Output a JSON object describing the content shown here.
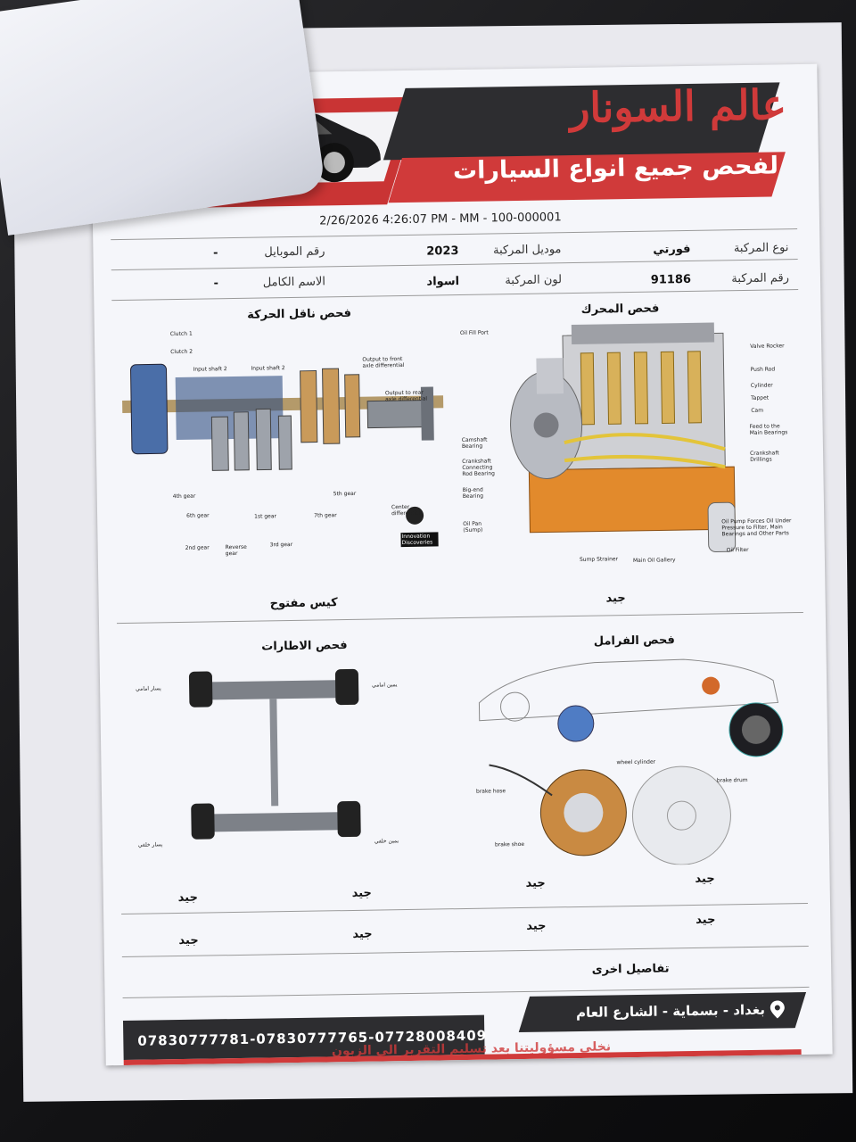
{
  "header": {
    "brand_title": "عالم السونار",
    "brand_subtitle": "لفحص جميع انواع السيارات",
    "timestamp": "2/26/2026 4:26:07 PM - MM - 100-000001"
  },
  "vehicle_info": {
    "type_label": "نوع المركبة",
    "type_value": "فورتي",
    "model_label": "موديل المركبة",
    "model_value": "2023",
    "mobile_label": "رقم الموبايل",
    "mobile_value": "-",
    "plate_label": "رقم المركبة",
    "plate_value": "91186",
    "color_label": "لون المركبة",
    "color_value": "اسواد",
    "fullname_label": "الاسم الكامل",
    "fullname_value": "-"
  },
  "sections": {
    "engine": {
      "title": "فحص المحرك",
      "result": "جيد",
      "labels": {
        "oil_fill_port": "Oil Fill Port",
        "valve_rocker": "Valve Rocker",
        "push_rod": "Push Rod",
        "cylinder": "Cylinder",
        "tappet": "Tappet",
        "cam": "Cam",
        "feed_to_main": "Feed to the Main Bearings",
        "crankshaft_drillings": "Crankshaft Drillings",
        "camshaft_bearing": "Camshaft Bearing",
        "crankshaft_rod": "Crankshaft Connecting Rod Bearing",
        "big_end": "Big-end Bearing",
        "oil_pan": "Oil Pan (Sump)",
        "sump_strainer": "Sump Strainer",
        "main_oil_gallery": "Main Oil Gallery",
        "oil_pump": "Oil Pump Forces Oil Under Pressure to Filter, Main Bearings and Other Parts",
        "oil_filter": "Oil Filter"
      }
    },
    "transmission": {
      "title": "فحص ناقل الحركة",
      "result": "كيس مفتوح",
      "labels": {
        "clutch1": "Clutch 1",
        "clutch2": "Clutch 2",
        "input1": "Input shaft 2",
        "input2": "Input shaft 2",
        "front_axle": "Output to front axle differential",
        "rear_axle": "Output to rear axle differential",
        "g4": "4th gear",
        "g6": "6th gear",
        "g2": "2nd gear",
        "rev": "Reverse gear",
        "g1": "1st gear",
        "g3": "3rd gear",
        "g7": "7th gear",
        "g5": "5th gear",
        "center": "Center differential",
        "logo": "Innovation Discoveries"
      }
    },
    "brakes": {
      "title": "فحص الفرامل",
      "labels": {
        "wheel_cylinder": "wheel cylinder",
        "brake_drum": "brake drum",
        "brake_hose": "brake hose",
        "brake_shoe": "brake shoe"
      },
      "results": [
        "جيد",
        "جيد",
        "جيد",
        "جيد"
      ]
    },
    "tires": {
      "title": "فحص الاطارات",
      "labels": {
        "front_left": "يسار امامي",
        "front_right": "يمين امامي",
        "rear_left": "يسار خلفي",
        "rear_right": "يمين خلفي"
      },
      "results": [
        "جيد",
        "جيد",
        "جيد",
        "جيد"
      ]
    },
    "other": {
      "title": "تفاصيل اخرى"
    }
  },
  "footer": {
    "phones": "07830777781-07830777765-07728008409",
    "address": "بغداد - بسماية - الشارع العام",
    "note": "نخلي مسؤوليتنا بعد تسليم التقرير الى الزبون"
  },
  "colors": {
    "brand_red": "#d03a3a",
    "brand_dark": "#2d2d30"
  },
  "icons": [
    "car-logo-icon",
    "location-pin-icon"
  ]
}
